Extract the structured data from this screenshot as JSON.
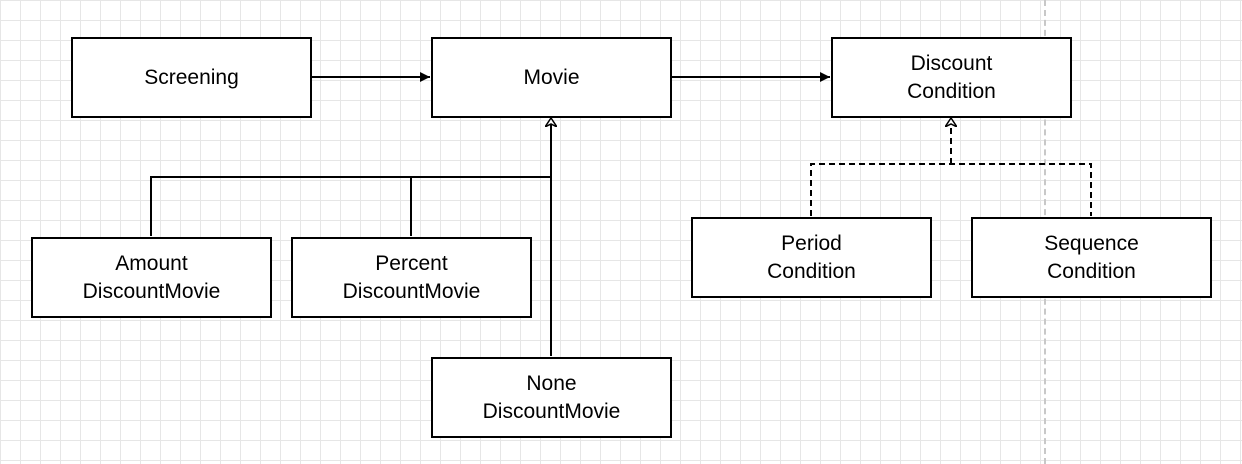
{
  "diagram": {
    "nodes": {
      "screening": "Screening",
      "movie": "Movie",
      "discount_condition": "Discount\nCondition",
      "amount_discount_movie": "Amount\nDiscountMovie",
      "percent_discount_movie": "Percent\nDiscountMovie",
      "none_discount_movie": "None\nDiscountMovie",
      "period_condition": "Period\nCondition",
      "sequence_condition": "Sequence\nCondition"
    },
    "edges": [
      {
        "from": "screening",
        "to": "movie",
        "kind": "association"
      },
      {
        "from": "movie",
        "to": "discount_condition",
        "kind": "association"
      },
      {
        "from": "amount_discount_movie",
        "to": "movie",
        "kind": "inheritance"
      },
      {
        "from": "percent_discount_movie",
        "to": "movie",
        "kind": "inheritance"
      },
      {
        "from": "none_discount_movie",
        "to": "movie",
        "kind": "inheritance"
      },
      {
        "from": "period_condition",
        "to": "discount_condition",
        "kind": "realization"
      },
      {
        "from": "sequence_condition",
        "to": "discount_condition",
        "kind": "realization"
      }
    ]
  }
}
